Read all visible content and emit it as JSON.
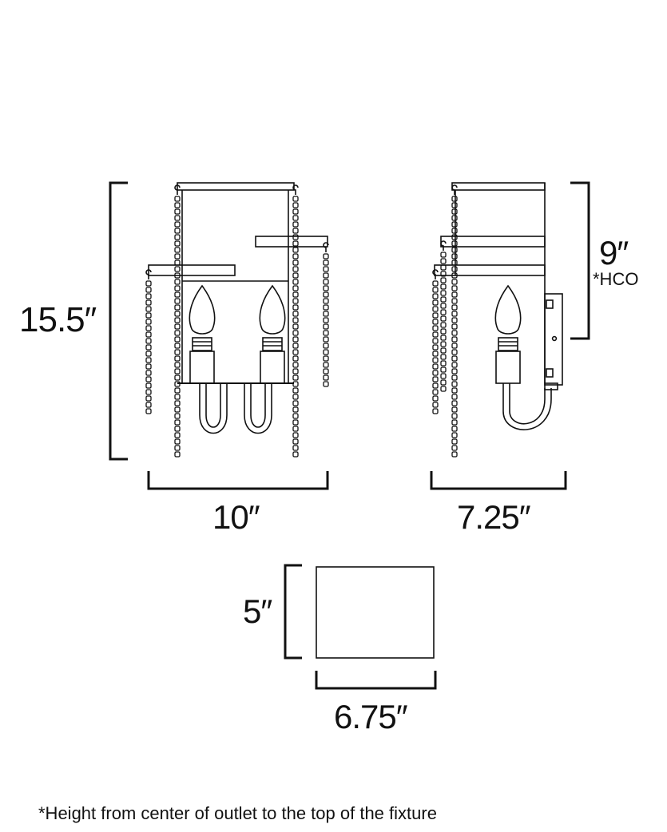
{
  "dimensions": {
    "height": "15.5″",
    "width": "10″",
    "depth": "7.25″",
    "hco": "9″",
    "hco_note": "*HCO",
    "backplate_height": "5″",
    "backplate_width": "6.75″"
  },
  "footnote": "*Height from center of outlet to the top of the fixture",
  "colors": {
    "line": "#111111",
    "background": "#ffffff"
  }
}
